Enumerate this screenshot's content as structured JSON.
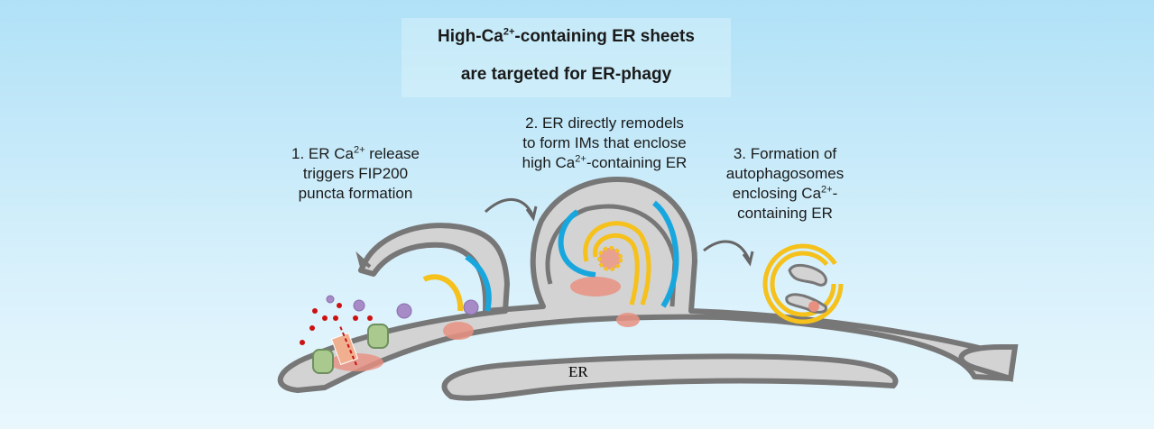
{
  "title": {
    "line1_pre": "High-Ca",
    "line1_sup": "2+",
    "line1_post": "-containing ER sheets",
    "line2": "are targeted for ER-phagy"
  },
  "steps": [
    {
      "l1_pre": "1. ER Ca",
      "l1_sup": "2+",
      "l1_post": " release",
      "l2": "triggers FIP200",
      "l3": "puncta formation"
    },
    {
      "l1": "2. ER directly remodels",
      "l2": "to form IMs that enclose",
      "l3_pre": "high Ca",
      "l3_sup": "2+",
      "l3_post": "-containing  ER"
    },
    {
      "l1": "3. Formation of",
      "l2": "autophagosomes",
      "l3_pre": "enclosing  Ca",
      "l3_sup": "2+",
      "l3_post": "-",
      "l4": "containing  ER"
    }
  ],
  "er_label": "ER",
  "colors": {
    "er_fill": "#d3d3d3",
    "er_stroke": "#777777",
    "membrane": "#f5c11a",
    "blue": "#17a7de",
    "ca": "#e89080",
    "green": "#a9c98f",
    "purple": "#a78bc7",
    "dot": "#cc1111"
  }
}
